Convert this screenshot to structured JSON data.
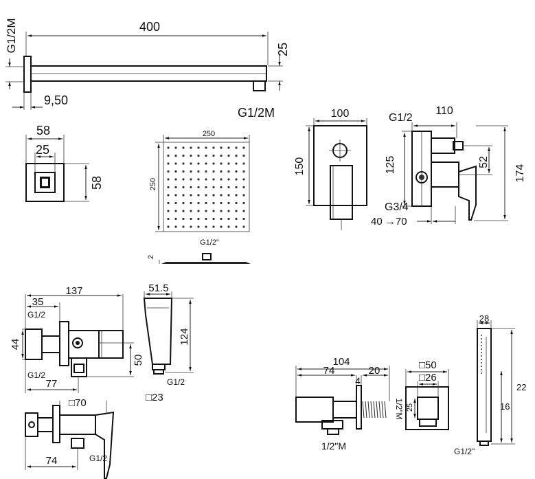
{
  "shower_arm": {
    "length": "400",
    "height": "25",
    "thread_left": "G1/2M",
    "thread_right": "G1/2M",
    "offset": "9,50"
  },
  "arm_flange": {
    "outer": "58",
    "inner": "25",
    "height": "58"
  },
  "rain_head": {
    "width": "250",
    "height": "250",
    "thickness": "2",
    "connection": "G1/2\""
  },
  "diverter_mixer": {
    "plate_width": "100",
    "plate_height": "150",
    "depth": "110",
    "thread_top": "G1/2",
    "body_height": "125",
    "outlet_offset": "52",
    "overall_height": "174",
    "thread_bottom": "G3/4",
    "wall_range": "40 →70"
  },
  "bidet_valve": {
    "length": "137",
    "width_top": "35",
    "thread_top": "G1/2",
    "thread_bottom": "G1/2",
    "height": "44",
    "inner_length": "77",
    "body_height": "50"
  },
  "hand_spray": {
    "width": "51.5",
    "length": "124",
    "thread": "G1/2",
    "square": "□23"
  },
  "bidet_mixer": {
    "plate": "□70",
    "length": "74",
    "thread": "G1/2"
  },
  "wall_outlet": {
    "total": "104",
    "body": "74",
    "head": "20",
    "plate": "4",
    "thread_side": "1/2\"M",
    "thread_bottom": "1/2\"M",
    "plate_outer": "□50",
    "plate_inner": "□26",
    "plate_offset": "25"
  },
  "handshower": {
    "width": "28",
    "length": "22",
    "head_length": "16",
    "thread": "G1/2\""
  }
}
